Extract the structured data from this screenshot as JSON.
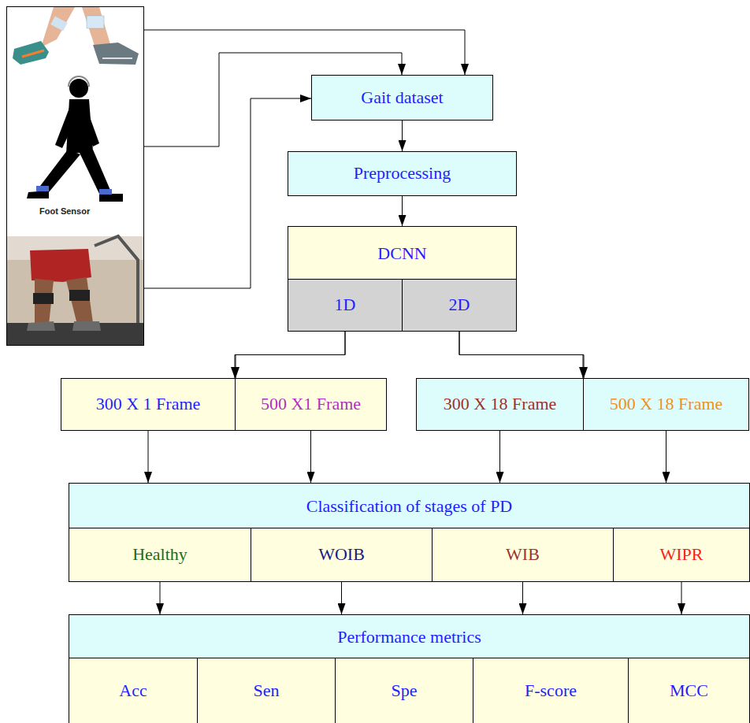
{
  "diagram": {
    "nodes": [
      {
        "text": [
          "Gait dataset"
        ]
      },
      {
        "text": [
          "Preprocessing"
        ]
      },
      {
        "text": [
          "DCNN"
        ]
      },
      {
        "text": [
          "1D"
        ],
        "in": 2
      },
      {
        "text": [
          "2D"
        ],
        "in": 2
      },
      {
        "text": [
          "300 X 1 Frame"
        ]
      },
      {
        "text": [
          "500 X1 Frame"
        ]
      },
      {
        "text": [
          "300 X 18 Frame"
        ]
      },
      {
        "text": [
          "500 X 18 Frame"
        ]
      },
      {
        "text": [
          "Classification of stages of PD"
        ]
      },
      {
        "text": [
          "Healthy"
        ],
        "in": 9
      },
      {
        "text": [
          "WOIB"
        ],
        "in": 9
      },
      {
        "text": [
          "WIB"
        ],
        "in": 9
      },
      {
        "text": [
          "WIPR"
        ],
        "in": 9
      },
      {
        "text": [
          "Performance metrics"
        ]
      },
      {
        "text": [
          "Acc"
        ],
        "in": 14
      },
      {
        "text": [
          "Sen"
        ],
        "in": 14
      },
      {
        "text": [
          "Spe"
        ],
        "in": 14
      },
      {
        "text": [
          "F-score"
        ],
        "in": 14
      },
      {
        "text": [
          "MCC"
        ],
        "in": 14
      }
    ],
    "edges": [
      {
        "from": 0,
        "to": 1,
        "arrow": "to"
      },
      {
        "from": 1,
        "to": 2,
        "arrow": "to"
      },
      {
        "from": 3,
        "to": 5,
        "arrow": "to"
      },
      {
        "from": 3,
        "to": 6,
        "arrow": "to"
      },
      {
        "from": 4,
        "to": 7,
        "arrow": "to"
      },
      {
        "from": 4,
        "to": 8,
        "arrow": "to"
      },
      {
        "from": 5,
        "to": 9,
        "arrow": "to"
      },
      {
        "from": 6,
        "to": 9,
        "arrow": "to"
      },
      {
        "from": 7,
        "to": 9,
        "arrow": "to"
      },
      {
        "from": 8,
        "to": 9,
        "arrow": "to"
      },
      {
        "from": 10,
        "to": 14,
        "arrow": "to"
      },
      {
        "from": 11,
        "to": 14,
        "arrow": "to"
      },
      {
        "from": 12,
        "to": 14,
        "arrow": "to"
      },
      {
        "from": 13,
        "to": 14,
        "arrow": "to"
      }
    ],
    "labels": [
      "Foot Sensor"
    ]
  }
}
